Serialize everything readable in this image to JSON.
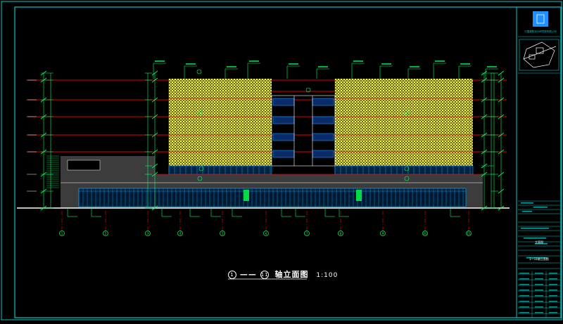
{
  "drawing": {
    "title_axis_start": "1",
    "title_axis_end": "11",
    "title_text": "轴立面图",
    "scale": "1:100",
    "grid_labels": [
      "1",
      "2",
      "3",
      "4",
      "5",
      "6",
      "7",
      "8",
      "9",
      "10",
      "11"
    ]
  },
  "title_block": {
    "company": "中国建筑设计研究院有限公司",
    "sheet_title": "1—11轴立面图",
    "drawing_type": "立面图"
  },
  "colors": {
    "background": "#000000",
    "frame": "#00c8c8",
    "floor_lines": "#e00000",
    "screen": "#ffff33",
    "glass": "#00aaff",
    "dims": "#00ff66",
    "podium": "#3c3c3c",
    "logo": "#1e90ff"
  }
}
